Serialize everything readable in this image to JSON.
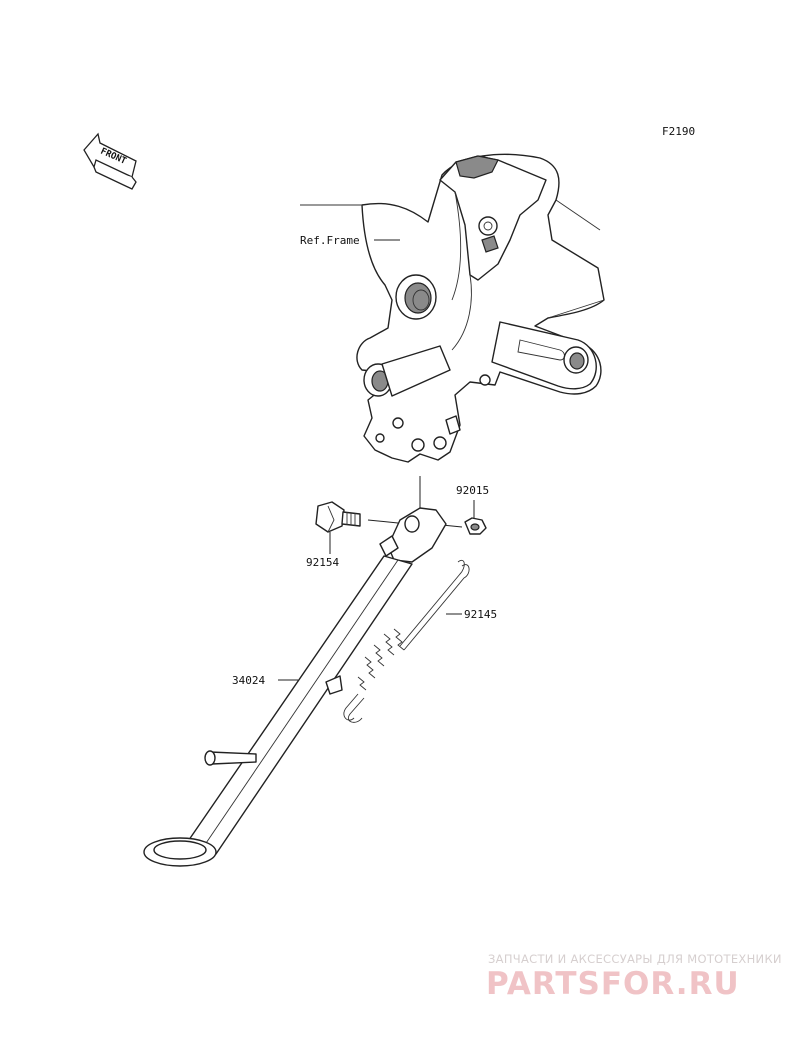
{
  "diagram": {
    "figure_code": "F2190",
    "front_label": "FRONT",
    "labels": {
      "ref_frame": "Ref.Frame",
      "p92015": "92015",
      "p92154": "92154",
      "p92145": "92145",
      "p34024": "34024"
    }
  },
  "watermark": {
    "subtitle": "ЗАПЧАСТИ И АКСЕССУАРЫ ДЛЯ МОТОТЕХНИКИ",
    "brand": "PARTSFOR.RU"
  }
}
